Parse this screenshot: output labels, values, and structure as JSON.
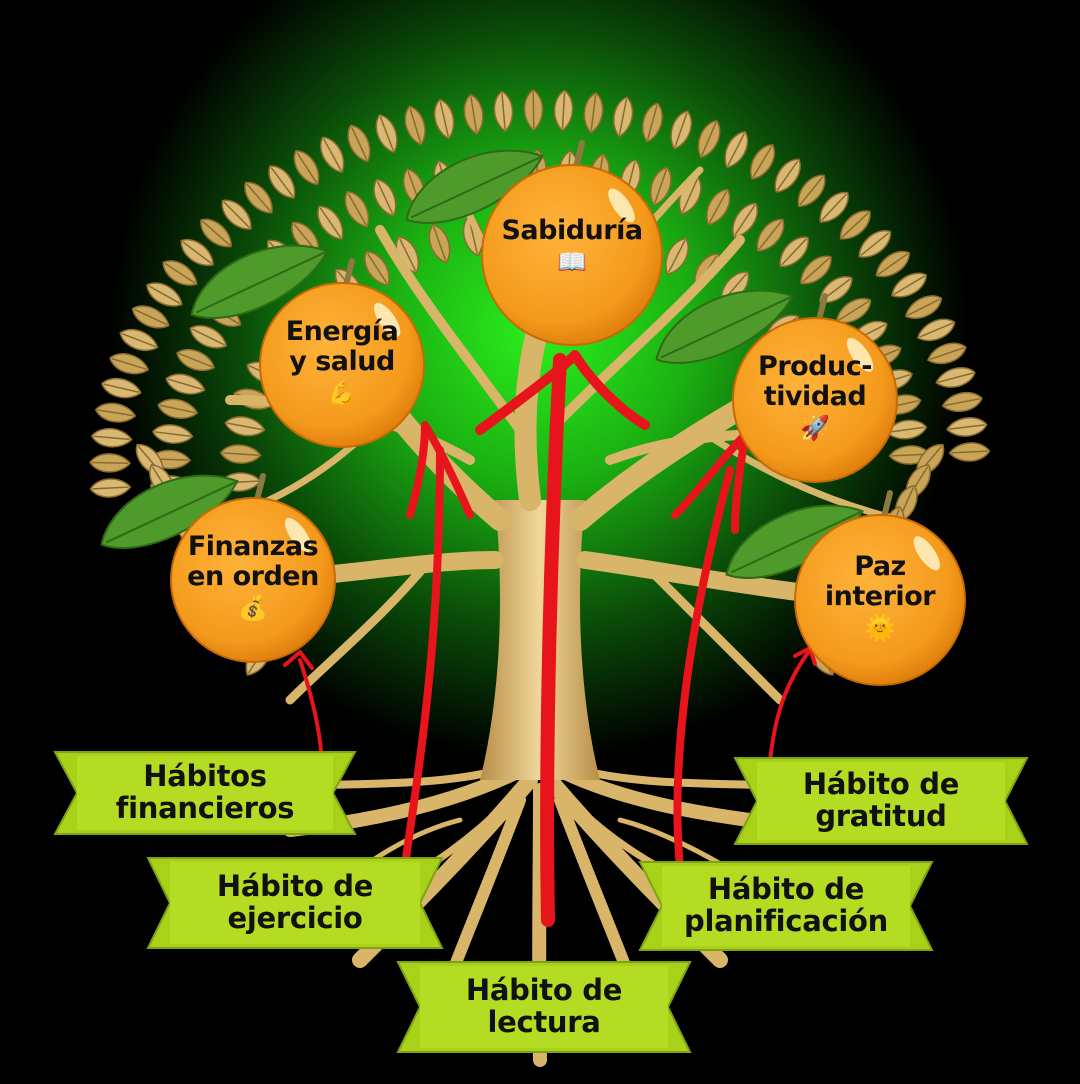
{
  "colors": {
    "background": "#000000",
    "glow": "#27e01a",
    "tree": "#d9b56a",
    "tree_dark": "#a67c3a",
    "leaf": "#c9a55a",
    "fruit": "#f49a1c",
    "fruit_dark": "#d97a08",
    "fruit_leaf": "#4e9a2a",
    "banner": "#a8d21a",
    "banner_dark": "#78a010",
    "arrow": "#e8141b"
  },
  "fruits": [
    {
      "id": "sabiduria",
      "lines": [
        "Sabiduría"
      ],
      "emoji": "📖",
      "icon": "book-icon"
    },
    {
      "id": "energia",
      "lines": [
        "Energía",
        "y salud"
      ],
      "emoji": "💪",
      "icon": "flexed-biceps-icon"
    },
    {
      "id": "productividad",
      "lines": [
        "Produc-",
        "tividad"
      ],
      "emoji": "🚀",
      "icon": "rocket-icon"
    },
    {
      "id": "finanzas",
      "lines": [
        "Finanzas",
        "en orden"
      ],
      "emoji": "💰",
      "icon": "money-bag-icon"
    },
    {
      "id": "paz",
      "lines": [
        "Paz",
        "interior"
      ],
      "emoji": "🌞",
      "icon": "sun-face-icon"
    }
  ],
  "habits": [
    {
      "id": "financieros",
      "lines": [
        "Hábitos",
        "financieros"
      ]
    },
    {
      "id": "ejercicio",
      "lines": [
        "Hábito de",
        "ejercicio"
      ]
    },
    {
      "id": "lectura",
      "lines": [
        "Hábito de",
        "lectura"
      ]
    },
    {
      "id": "planificacion",
      "lines": [
        "Hábito de",
        "planificación"
      ]
    },
    {
      "id": "gratitud",
      "lines": [
        "Hábito de",
        "gratitud"
      ]
    }
  ]
}
